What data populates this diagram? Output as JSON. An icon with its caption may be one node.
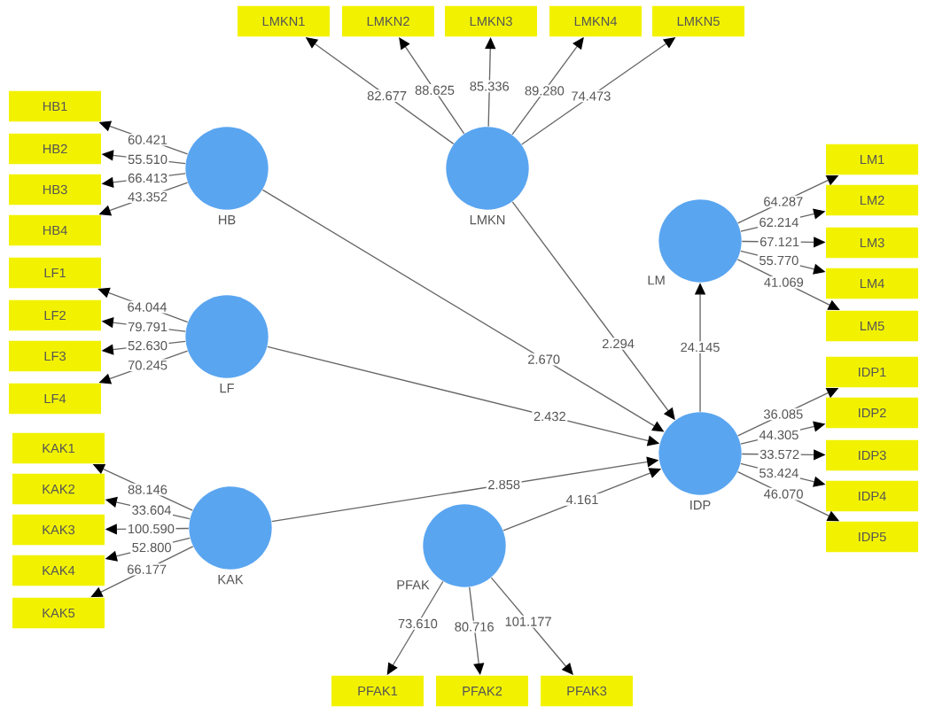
{
  "diagram": {
    "nodes": [
      {
        "text": [
          "LMKN1"
        ]
      },
      {
        "text": [
          "LMKN2"
        ]
      },
      {
        "text": [
          "LMKN3"
        ]
      },
      {
        "text": [
          "LMKN4"
        ]
      },
      {
        "text": [
          "LMKN5"
        ]
      },
      {
        "text": [
          "HB1"
        ]
      },
      {
        "text": [
          "HB2"
        ]
      },
      {
        "text": [
          "HB3"
        ]
      },
      {
        "text": [
          "HB4"
        ]
      },
      {
        "text": [
          "HB"
        ]
      },
      {
        "text": [
          "LMKN"
        ]
      },
      {
        "text": [
          "LM"
        ]
      },
      {
        "text": [
          "LM1"
        ]
      },
      {
        "text": [
          "LM2"
        ]
      },
      {
        "text": [
          "LM3"
        ]
      },
      {
        "text": [
          "LM4"
        ]
      },
      {
        "text": [
          "LM5"
        ]
      },
      {
        "text": [
          "LF1"
        ]
      },
      {
        "text": [
          "LF2"
        ]
      },
      {
        "text": [
          "LF3"
        ]
      },
      {
        "text": [
          "LF4"
        ]
      },
      {
        "text": [
          "LF"
        ]
      },
      {
        "text": [
          "IDP1"
        ]
      },
      {
        "text": [
          "IDP2"
        ]
      },
      {
        "text": [
          "IDP3"
        ]
      },
      {
        "text": [
          "IDP4"
        ]
      },
      {
        "text": [
          "IDP5"
        ]
      },
      {
        "text": [
          "IDP"
        ]
      },
      {
        "text": [
          "KAK1"
        ]
      },
      {
        "text": [
          "KAK2"
        ]
      },
      {
        "text": [
          "KAK3"
        ]
      },
      {
        "text": [
          "KAK4"
        ]
      },
      {
        "text": [
          "KAK5"
        ]
      },
      {
        "text": [
          "KAK"
        ]
      },
      {
        "text": [
          "PFAK"
        ]
      },
      {
        "text": [
          "PFAK1"
        ]
      },
      {
        "text": [
          "PFAK2"
        ]
      },
      {
        "text": [
          "PFAK3"
        ]
      }
    ],
    "edges": [
      {
        "from": 10,
        "to": 0,
        "arrow": "to",
        "label": "82.677"
      },
      {
        "from": 10,
        "to": 1,
        "arrow": "to",
        "label": "88.625"
      },
      {
        "from": 10,
        "to": 2,
        "arrow": "to",
        "label": "85.336"
      },
      {
        "from": 10,
        "to": 3,
        "arrow": "to",
        "label": "89.280"
      },
      {
        "from": 10,
        "to": 4,
        "arrow": "to",
        "label": "74.473"
      },
      {
        "from": 9,
        "to": 5,
        "arrow": "to",
        "label": "60.421"
      },
      {
        "from": 9,
        "to": 6,
        "arrow": "to",
        "label": "55.510"
      },
      {
        "from": 9,
        "to": 7,
        "arrow": "to",
        "label": "66.413"
      },
      {
        "from": 9,
        "to": 8,
        "arrow": "to",
        "label": "43.352"
      },
      {
        "from": 11,
        "to": 12,
        "arrow": "to",
        "label": "64.287"
      },
      {
        "from": 11,
        "to": 13,
        "arrow": "to",
        "label": "62.214"
      },
      {
        "from": 11,
        "to": 14,
        "arrow": "to",
        "label": "67.121"
      },
      {
        "from": 11,
        "to": 15,
        "arrow": "to",
        "label": "55.770"
      },
      {
        "from": 11,
        "to": 16,
        "arrow": "to",
        "label": "41.069"
      },
      {
        "from": 21,
        "to": 17,
        "arrow": "to",
        "label": "64.044"
      },
      {
        "from": 21,
        "to": 18,
        "arrow": "to",
        "label": "79.791"
      },
      {
        "from": 21,
        "to": 19,
        "arrow": "to",
        "label": "52.630"
      },
      {
        "from": 21,
        "to": 20,
        "arrow": "to",
        "label": "70.245"
      },
      {
        "from": 27,
        "to": 22,
        "arrow": "to",
        "label": "36.085"
      },
      {
        "from": 27,
        "to": 23,
        "arrow": "to",
        "label": "44.305"
      },
      {
        "from": 27,
        "to": 24,
        "arrow": "to",
        "label": "33.572"
      },
      {
        "from": 27,
        "to": 25,
        "arrow": "to",
        "label": "53.424"
      },
      {
        "from": 27,
        "to": 26,
        "arrow": "to",
        "label": "46.070"
      },
      {
        "from": 33,
        "to": 28,
        "arrow": "to",
        "label": "88.146"
      },
      {
        "from": 33,
        "to": 29,
        "arrow": "to",
        "label": "33.604"
      },
      {
        "from": 33,
        "to": 30,
        "arrow": "to",
        "label": "100.590"
      },
      {
        "from": 33,
        "to": 31,
        "arrow": "to",
        "label": "52.800"
      },
      {
        "from": 33,
        "to": 32,
        "arrow": "to",
        "label": "66.177"
      },
      {
        "from": 34,
        "to": 35,
        "arrow": "to",
        "label": "73.610"
      },
      {
        "from": 34,
        "to": 36,
        "arrow": "to",
        "label": "80.716"
      },
      {
        "from": 34,
        "to": 37,
        "arrow": "to",
        "label": "101.177"
      },
      {
        "from": 9,
        "to": 27,
        "arrow": "to",
        "label": "2.670"
      },
      {
        "from": 21,
        "to": 27,
        "arrow": "to",
        "label": "2.432"
      },
      {
        "from": 33,
        "to": 27,
        "arrow": "to",
        "label": "2.858"
      },
      {
        "from": 34,
        "to": 27,
        "arrow": "to",
        "label": "4.161"
      },
      {
        "from": 10,
        "to": 27,
        "arrow": "to",
        "label": "2.294"
      },
      {
        "from": 27,
        "to": 11,
        "arrow": "to",
        "label": "24.145"
      }
    ]
  }
}
